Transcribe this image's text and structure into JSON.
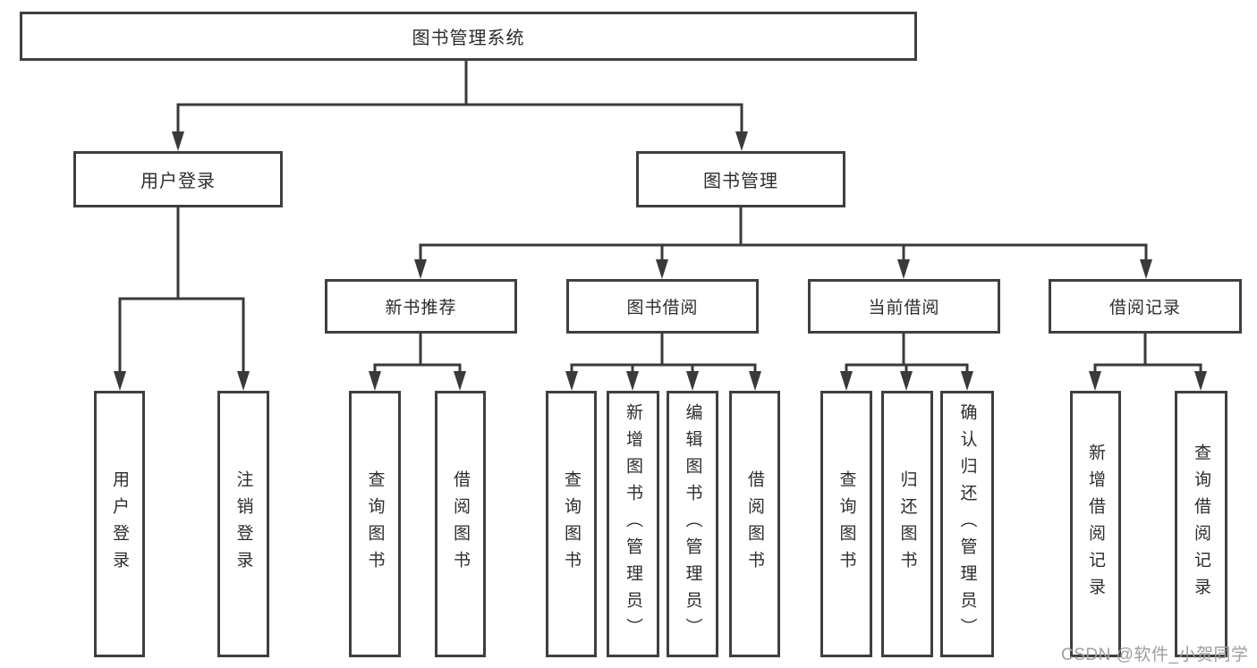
{
  "colors": {
    "line": "#3a3a3c",
    "box_border": "#3f3f42",
    "text": "#2d2d2f",
    "watermark": "#9e9e9e",
    "background": "#ffffff"
  },
  "watermark": {
    "text": "CSDN @软件_小贺同学"
  },
  "tree": {
    "root": {
      "label": "图书管理系统"
    },
    "branches": [
      {
        "label": "用户登录",
        "children": [
          {
            "label": "用户登录"
          },
          {
            "label": "注销登录"
          }
        ]
      },
      {
        "label": "图书管理",
        "children": [
          {
            "label": "新书推荐",
            "children": [
              {
                "label": "查询图书"
              },
              {
                "label": "借阅图书"
              }
            ]
          },
          {
            "label": "图书借阅",
            "children": [
              {
                "label": "查询图书"
              },
              {
                "label": "新增图书（管理员）"
              },
              {
                "label": "编辑图书（管理员）"
              },
              {
                "label": "借阅图书"
              }
            ]
          },
          {
            "label": "当前借阅",
            "children": [
              {
                "label": "查询图书"
              },
              {
                "label": "归还图书"
              },
              {
                "label": "确认归还（管理员）"
              }
            ]
          },
          {
            "label": "借阅记录",
            "children": [
              {
                "label": "新增借阅记录"
              },
              {
                "label": "查询借阅记录"
              }
            ]
          }
        ]
      }
    ]
  }
}
